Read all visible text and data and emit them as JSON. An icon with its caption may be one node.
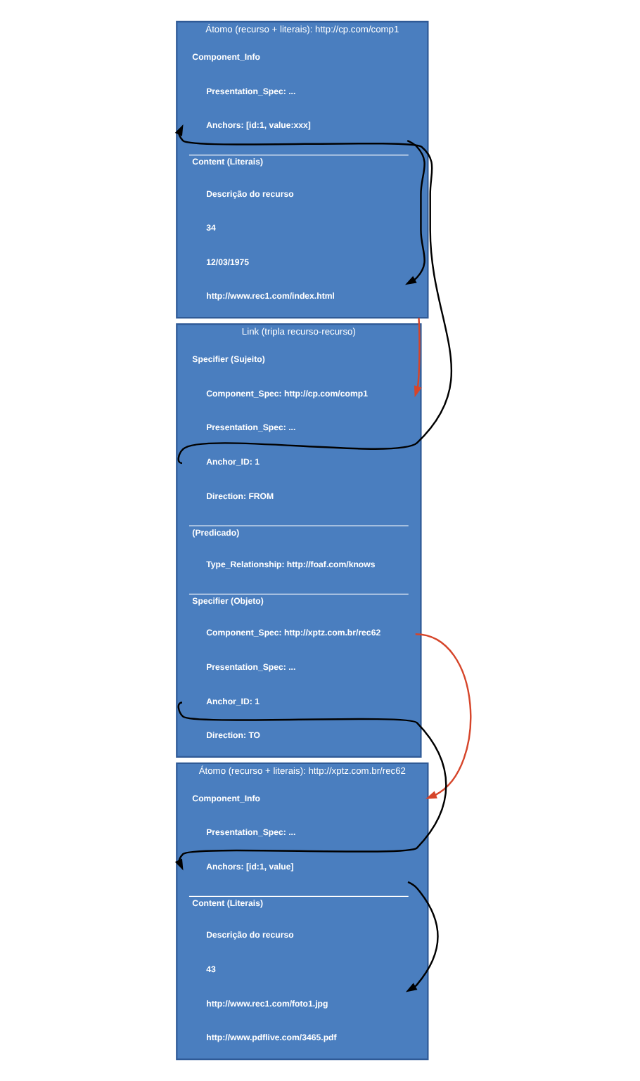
{
  "diagram": {
    "nodes": [
      {
        "text": [
          "Átomo (recurso + literais): http://cp.com/comp1"
        ]
      },
      {
        "text": [
          "Component_Info"
        ],
        "in": 0
      },
      {
        "text": [
          "Presentation_Spec: ..."
        ],
        "in": 0
      },
      {
        "text": [
          "Anchors: [id:1, value:xxx]"
        ],
        "in": 0
      },
      {
        "text": [
          "Content (Literais)"
        ],
        "in": 0
      },
      {
        "text": [
          "Descrição do recurso"
        ],
        "in": 0
      },
      {
        "text": [
          "34"
        ],
        "in": 0
      },
      {
        "text": [
          "12/03/1975"
        ],
        "in": 0
      },
      {
        "text": [
          "http://www.rec1.com/index.html"
        ],
        "in": 0
      },
      {
        "text": [
          "Link (tripla recurso-recurso)"
        ]
      },
      {
        "text": [
          "Specifier (Sujeito)"
        ],
        "in": 9
      },
      {
        "text": [
          "Component_Spec: http://cp.com/comp1"
        ],
        "in": 9
      },
      {
        "text": [
          "Presentation_Spec: ..."
        ],
        "in": 9
      },
      {
        "text": [
          "Anchor_ID: 1"
        ],
        "in": 9
      },
      {
        "text": [
          "Direction: FROM"
        ],
        "in": 9
      },
      {
        "text": [
          "(Predicado)"
        ],
        "in": 9
      },
      {
        "text": [
          "Type_Relationship: http://foaf.com/knows"
        ],
        "in": 9
      },
      {
        "text": [
          "Specifier (Objeto)"
        ],
        "in": 9
      },
      {
        "text": [
          "Component_Spec: http://xptz.com.br/rec62"
        ],
        "in": 9
      },
      {
        "text": [
          "Presentation_Spec: ..."
        ],
        "in": 9
      },
      {
        "text": [
          "Anchor_ID: 1"
        ],
        "in": 9
      },
      {
        "text": [
          "Direction: TO"
        ],
        "in": 9
      },
      {
        "text": [
          "Átomo (recurso + literais): http://xptz.com.br/rec62"
        ]
      },
      {
        "text": [
          "Component_Info"
        ],
        "in": 22
      },
      {
        "text": [
          "Presentation_Spec: ..."
        ],
        "in": 22
      },
      {
        "text": [
          "Anchors: [id:1, value]"
        ],
        "in": 22
      },
      {
        "text": [
          "Content (Literais)"
        ],
        "in": 22
      },
      {
        "text": [
          "Descrição do recurso"
        ],
        "in": 22
      },
      {
        "text": [
          "43"
        ],
        "in": 22
      },
      {
        "text": [
          "http://www.rec1.com/foto1.jpg"
        ],
        "in": 22
      },
      {
        "text": [
          "http://www.pdflive.com/3465.pdf"
        ],
        "in": 22
      }
    ],
    "edges": [
      {
        "from": 3,
        "to": 8,
        "arrow": "to"
      },
      {
        "from": 13,
        "to": 3,
        "arrow": "to"
      },
      {
        "from": 0,
        "to": 11,
        "arrow": "to",
        "color": "#d6452a"
      },
      {
        "from": 18,
        "to": 22,
        "arrow": "to",
        "color": "#d6452a"
      },
      {
        "from": 20,
        "to": 25,
        "arrow": "to"
      },
      {
        "from": 25,
        "to": 29,
        "arrow": "to"
      }
    ]
  }
}
